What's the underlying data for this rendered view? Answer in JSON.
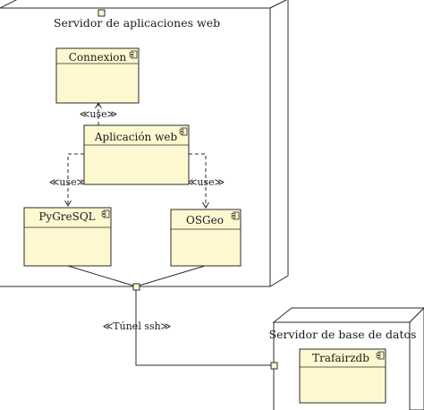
{
  "nodes": {
    "web_server": {
      "label": "Servidor de aplicaciones web"
    },
    "db_server": {
      "label": "Servidor de base de datos"
    }
  },
  "components": {
    "connexion": {
      "label": "Connexion"
    },
    "app_web": {
      "label": "Aplicación web"
    },
    "pygresql": {
      "label": "PyGreSQL"
    },
    "osgeo": {
      "label": "OSGeo"
    },
    "trafairzdb": {
      "label": "Trafairzdb"
    }
  },
  "edges": {
    "use_connexion": {
      "label": "≪use≫"
    },
    "use_pygresql": {
      "label": "≪use≫"
    },
    "use_osgeo": {
      "label": "≪use≫"
    },
    "tunnel": {
      "label": "≪Túnel ssh≫"
    }
  },
  "colors": {
    "component_fill": "#fdf8d0",
    "line": "#2b2b2b",
    "background": "#ffffff"
  }
}
